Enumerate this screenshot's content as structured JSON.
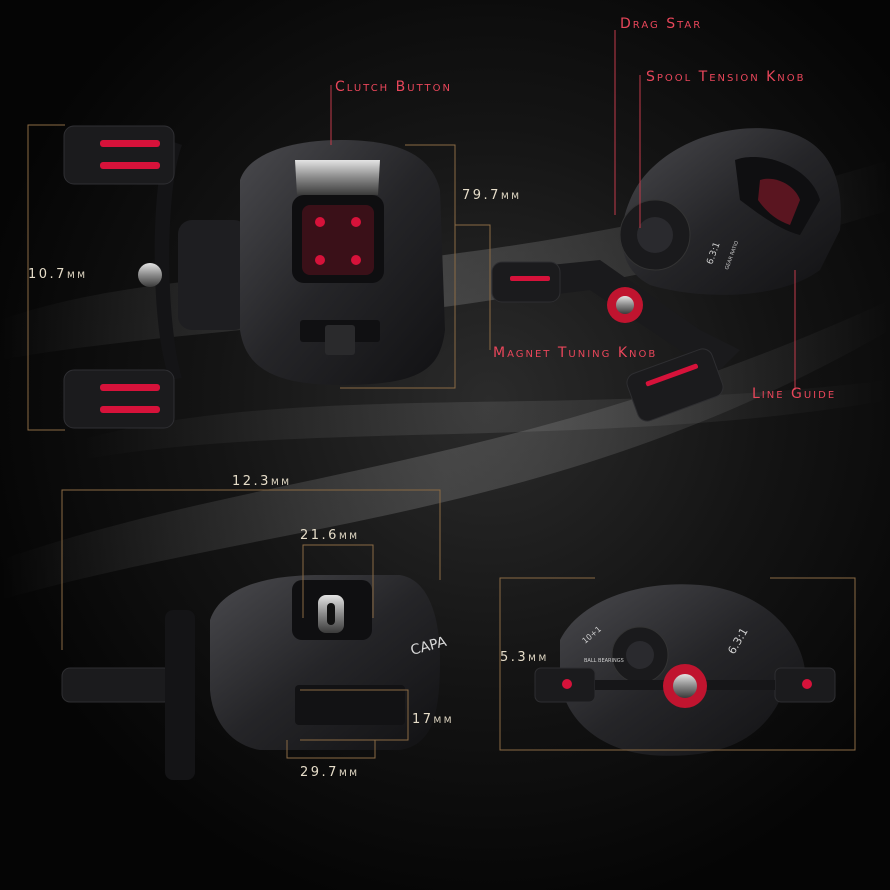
{
  "colors": {
    "accent_red": "#e8465a",
    "dim_gold": "#b08a5a",
    "dim_text": "#e6ddc9",
    "reel_dark": "#1c1c1e",
    "reel_mid": "#3a3a3d",
    "handle_red": "#d6123a"
  },
  "callouts": {
    "drag_star": "Drag Star",
    "spool_tension_knob": "Spool Tension Knob",
    "clutch_button": "Clutch Button",
    "magnet_tuning_knob": "Magnet Tuning Knob",
    "line_guide": "Line Guide"
  },
  "dimensions": {
    "front_height": "10.7mm",
    "front_width": "79.7mm",
    "side_length": "12.3mm",
    "spool_width": "21.6mm",
    "foot_height": "17mm",
    "foot_width": "29.7mm",
    "rear_height": "5.3mm"
  },
  "reel_markings": {
    "gear_ratio": "6.3:1",
    "gear_ratio_caption": "GEAR RATIO",
    "bearings": "10+1",
    "bearings_caption": "BALL BEARINGS",
    "brand": "CAPA"
  }
}
